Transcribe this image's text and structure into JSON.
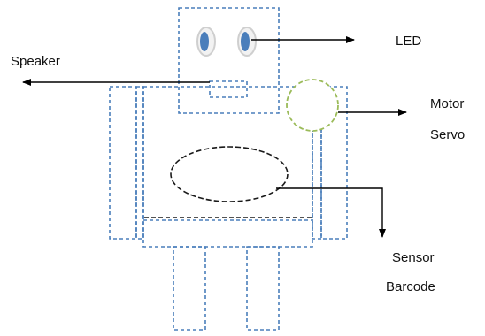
{
  "labels": {
    "led": "LED",
    "speaker": "Speaker",
    "motor": "Motor",
    "servo": "Servo",
    "sensor": "Sensor",
    "barcode": "Barcode"
  },
  "colors": {
    "body_outline": "#4a7ebb",
    "motor_outline": "#9bbb59",
    "sensor_outline": "#1a1a1a",
    "arrow": "#000000",
    "eye_fill": "#4a7ebb",
    "eye_rim": "#d8d8d8"
  }
}
